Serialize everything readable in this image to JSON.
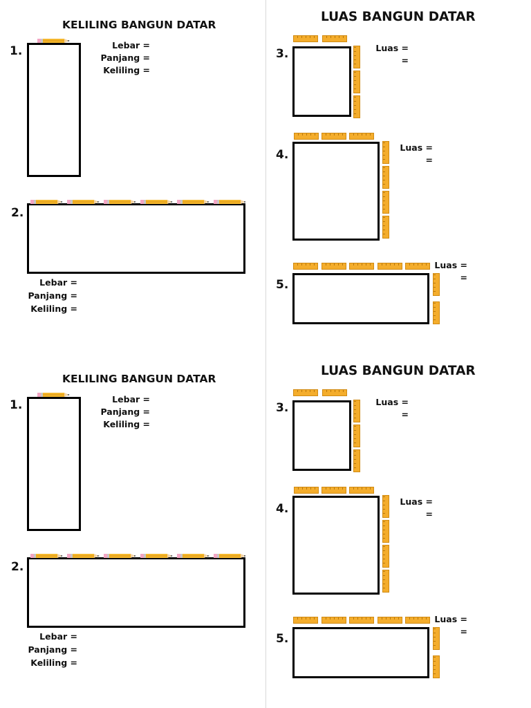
{
  "sheets": [
    {
      "keliling_title": "KELILING BANGUN DATAR",
      "luas_title": "LUAS BANGUN DATAR",
      "problems": {
        "p1": {
          "number": "1.",
          "lebar": "Lebar =",
          "panjang": "Panjang =",
          "keliling": "Keliling ="
        },
        "p2": {
          "number": "2.",
          "lebar": "Lebar =",
          "panjang": "Panjang =",
          "keliling": "Keliling ="
        },
        "p3": {
          "number": "3.",
          "luas": "Luas =",
          "result": "="
        },
        "p4": {
          "number": "4.",
          "luas": "Luas =",
          "result": "="
        },
        "p5": {
          "number": "5.",
          "luas": "Luas =",
          "result": "="
        }
      }
    },
    {
      "keliling_title": "KELILING BANGUN DATAR",
      "luas_title": "LUAS BANGUN DATAR",
      "problems": {
        "p1": {
          "number": "1.",
          "lebar": "Lebar =",
          "panjang": "Panjang =",
          "keliling": "Keliling ="
        },
        "p2": {
          "number": "2.",
          "lebar": "Lebar =",
          "panjang": "Panjang =",
          "keliling": "Keliling ="
        },
        "p3": {
          "number": "3.",
          "luas": "Luas =",
          "result": "="
        },
        "p4": {
          "number": "4.",
          "luas": "Luas =",
          "result": "="
        },
        "p5": {
          "number": "5.",
          "luas": "Luas =",
          "result": "="
        }
      }
    }
  ],
  "colors": {
    "pencil_body": "#f5b82e",
    "pencil_eraser": "#f3a6c4",
    "ruler": "#f4ad2c",
    "outline": "#000000"
  },
  "icons": {
    "pencil": "pencil-icon",
    "ruler": "ruler-icon"
  }
}
